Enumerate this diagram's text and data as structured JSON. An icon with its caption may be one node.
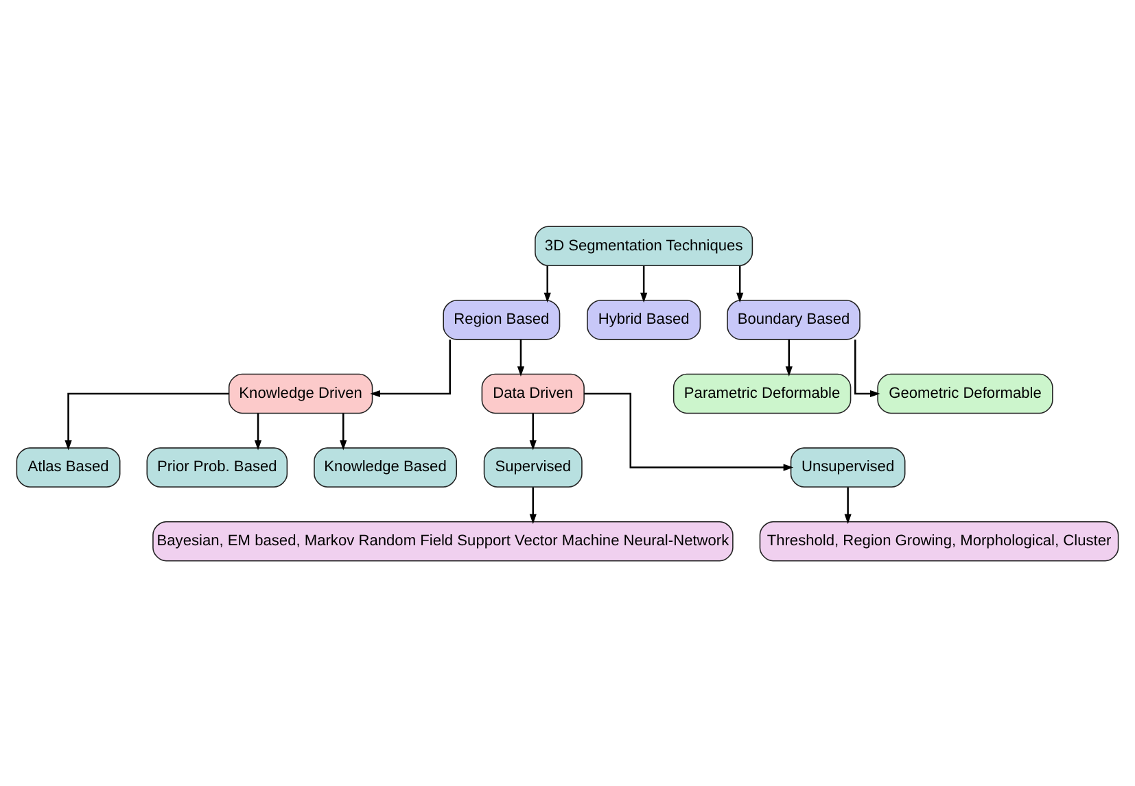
{
  "diagram": {
    "nodes": [
      {
        "text": [
          "3D Segmentation Techniques"
        ]
      },
      {
        "text": [
          "Region Based"
        ]
      },
      {
        "text": [
          "Hybrid Based"
        ]
      },
      {
        "text": [
          "Boundary Based"
        ]
      },
      {
        "text": [
          "Parametric Deformable"
        ]
      },
      {
        "text": [
          "Geometric Deformable"
        ]
      },
      {
        "text": [
          "Knowledge Driven"
        ]
      },
      {
        "text": [
          "Data Driven"
        ]
      },
      {
        "text": [
          "Atlas Based"
        ]
      },
      {
        "text": [
          "Prior Prob. Based"
        ]
      },
      {
        "text": [
          "Knowledge Based"
        ]
      },
      {
        "text": [
          "Supervised"
        ]
      },
      {
        "text": [
          "Unsupervised"
        ]
      },
      {
        "text": [
          "Bayesian, EM based, Markov Random Field Support Vector Machine Neural-Network"
        ]
      },
      {
        "text": [
          "Threshold, Region Growing, Morphological, Cluster"
        ]
      }
    ],
    "edges": [
      {
        "from": 0,
        "to": 1,
        "arrow": "to"
      },
      {
        "from": 0,
        "to": 2,
        "arrow": "to"
      },
      {
        "from": 0,
        "to": 3,
        "arrow": "to"
      },
      {
        "from": 3,
        "to": 4,
        "arrow": "to"
      },
      {
        "from": 3,
        "to": 5,
        "arrow": "to"
      },
      {
        "from": 1,
        "to": 6,
        "arrow": "to"
      },
      {
        "from": 1,
        "to": 7,
        "arrow": "to"
      },
      {
        "from": 6,
        "to": 8,
        "arrow": "to"
      },
      {
        "from": 6,
        "to": 9,
        "arrow": "to"
      },
      {
        "from": 6,
        "to": 10,
        "arrow": "to"
      },
      {
        "from": 7,
        "to": 11,
        "arrow": "to"
      },
      {
        "from": 7,
        "to": 12,
        "arrow": "to"
      },
      {
        "from": 11,
        "to": 13,
        "arrow": "to"
      },
      {
        "from": 12,
        "to": 14,
        "arrow": "to"
      }
    ]
  }
}
